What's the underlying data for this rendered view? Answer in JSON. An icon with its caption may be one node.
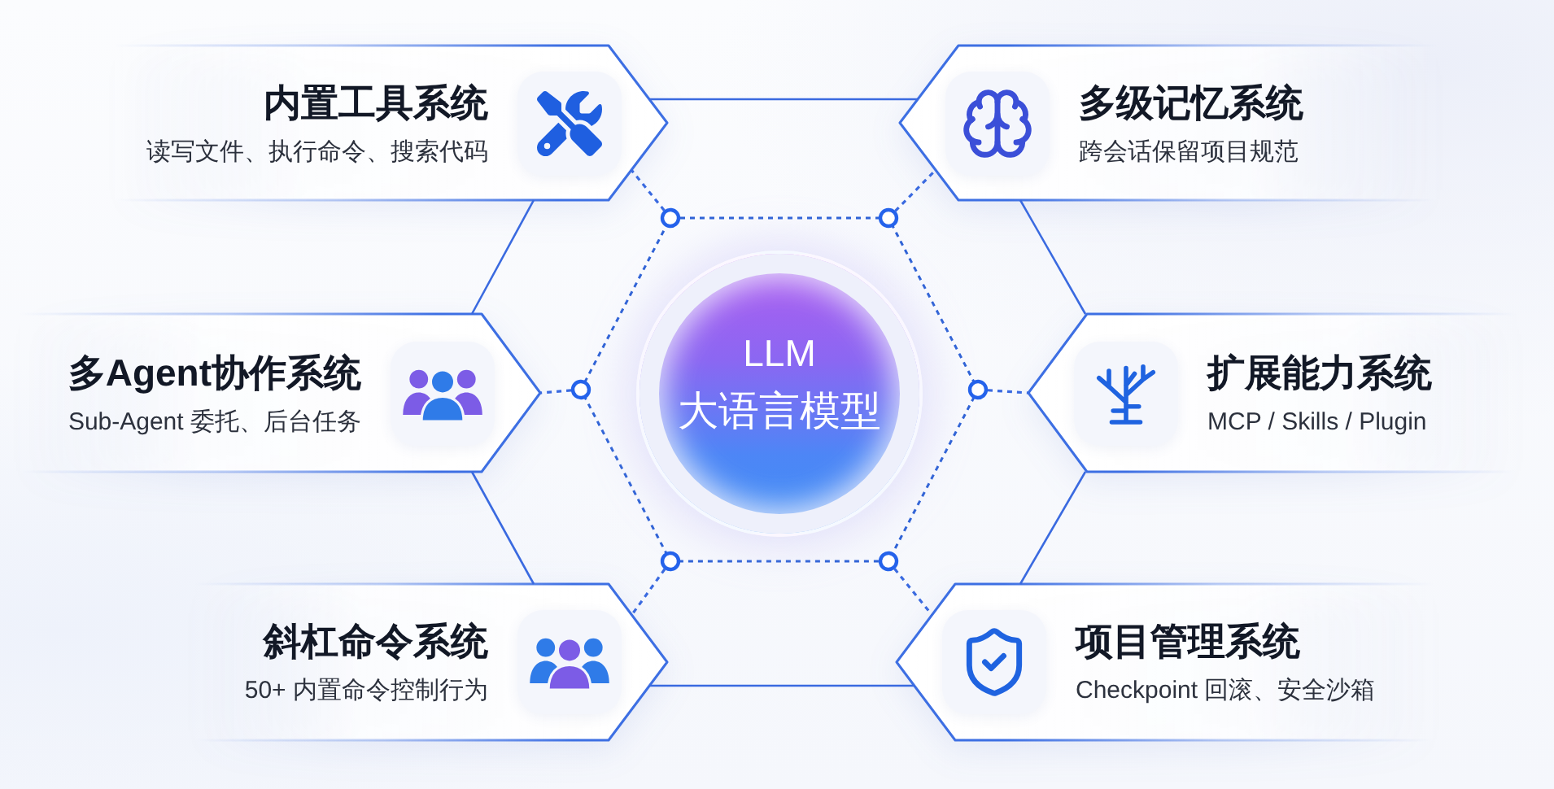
{
  "diagram": {
    "nodes": [
      {
        "text": [
          "内置工具系统",
          "读写文件、执行命令、搜索代码"
        ]
      },
      {
        "text": [
          "多级记忆系统",
          "跨会话保留项目规范"
        ]
      },
      {
        "text": [
          "多Agent协作系统",
          "Sub-Agent 委托、后台任务"
        ]
      },
      {
        "text": [],
        "shape": "hexagon"
      },
      {
        "text": [
          "LLM",
          "大语言模型"
        ],
        "in": 3
      },
      {
        "text": [
          "扩展能力系统",
          "MCP / Skills / Plugin"
        ]
      },
      {
        "text": [
          "斜杠命令系统",
          "50+ 内置命令控制行为"
        ]
      },
      {
        "text": [
          "项目管理系统",
          "Checkpoint 回滚、安全沙箱"
        ]
      }
    ],
    "edges": [
      {
        "from": 0,
        "to": 1,
        "arrow": "none"
      },
      {
        "from": 0,
        "to": 2,
        "arrow": "none"
      },
      {
        "from": 1,
        "to": 5,
        "arrow": "none"
      },
      {
        "from": 2,
        "to": 6,
        "arrow": "none"
      },
      {
        "from": 5,
        "to": 7,
        "arrow": "none"
      },
      {
        "from": 6,
        "to": 7,
        "arrow": "none"
      },
      {
        "from": 3,
        "to": 0,
        "arrow": "other",
        "style": "dashed"
      },
      {
        "from": 3,
        "to": 1,
        "arrow": "other",
        "style": "dashed"
      },
      {
        "from": 3,
        "to": 2,
        "arrow": "other",
        "style": "dashed"
      },
      {
        "from": 3,
        "to": 5,
        "arrow": "other",
        "style": "dashed"
      },
      {
        "from": 3,
        "to": 6,
        "arrow": "other",
        "style": "dashed"
      },
      {
        "from": 3,
        "to": 7,
        "arrow": "other",
        "style": "dashed"
      }
    ]
  }
}
